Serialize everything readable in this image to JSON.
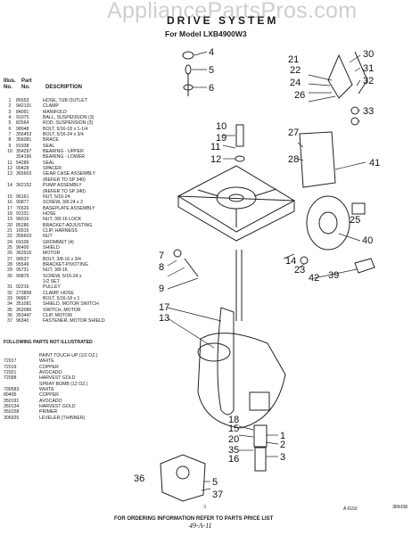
{
  "watermark": "AppliancePartsPros.com",
  "header": {
    "title": "DRIVE SYSTEM",
    "subtitle": "For Model LXB4900W3"
  },
  "parts_table": {
    "head_line1": [
      "Illus.",
      "Part",
      ""
    ],
    "head_line2": [
      "No.",
      "No.",
      "DESCRIPTION"
    ],
    "rows": [
      {
        "n": "1",
        "p": "85553",
        "d": "HOSE, TUB OUTLET"
      },
      {
        "n": "2",
        "p": "942131",
        "d": "CLAMP"
      },
      {
        "n": "3",
        "p": "84091",
        "d": "MANIFOLD"
      },
      {
        "n": "4",
        "p": "91075",
        "d": "BALL, SUSPENSION (3)"
      },
      {
        "n": "5",
        "p": "82564",
        "d": "ROD, SUSPENSION (3)"
      },
      {
        "n": "6",
        "p": "98048",
        "d": "BOLT, 5/16-18 x 1-1/4"
      },
      {
        "n": "7",
        "p": "355453",
        "d": "BOLT, 5/16-24 x 3/4"
      },
      {
        "n": "8",
        "p": "356081",
        "d": "BRACE"
      },
      {
        "n": "9",
        "p": "91938",
        "d": "SEAL"
      },
      {
        "n": "10",
        "p": "354297",
        "d": "BEARING - UPPER"
      },
      {
        "n": "",
        "p": "354196",
        "d": "BEARING - LOWER"
      },
      {
        "n": "11",
        "p": "54289",
        "d": "SEAL"
      },
      {
        "n": "12",
        "p": "90428",
        "d": "SPACER"
      },
      {
        "n": "13",
        "p": "365603",
        "d": "GEAR CASE ASSEMBLY"
      },
      {
        "n": "",
        "p": "",
        "d": "(REFER TO SP 340)"
      },
      {
        "n": "14",
        "p": "362152",
        "d": "PUMP ASSEMBLY"
      },
      {
        "n": "",
        "p": "",
        "d": "(REFER TO SP 340)"
      },
      {
        "n": "15",
        "p": "96161",
        "d": "NUT, 5/16-24"
      },
      {
        "n": "16",
        "p": "90877",
        "d": "SCREW, 3/8-24 x 2"
      },
      {
        "n": "17",
        "p": "76526",
        "d": "BASEPLATE ASSEMBLY"
      },
      {
        "n": "18",
        "p": "92231",
        "d": "HOSE"
      },
      {
        "n": "19",
        "p": "96016",
        "d": "NUT, 3/8-16 LOCK"
      },
      {
        "n": "20",
        "p": "85286",
        "d": "BRACKET-ADJUSTING"
      },
      {
        "n": "21",
        "p": "16515",
        "d": "CLIP, HARNESS"
      },
      {
        "n": "22",
        "p": "356603",
        "d": "NUT"
      },
      {
        "n": "24",
        "p": "69106",
        "d": "GROMMET (4)"
      },
      {
        "n": "25",
        "p": "96400",
        "d": "SHIELD"
      },
      {
        "n": "26",
        "p": "362916",
        "d": "MOTOR"
      },
      {
        "n": "27",
        "p": "98537",
        "d": "BOLT, 3/8-16 x 3/4"
      },
      {
        "n": "28",
        "p": "95549",
        "d": "BRACKET-PIVOTING"
      },
      {
        "n": "29",
        "p": "95731",
        "d": "NUT, 3/8-16"
      },
      {
        "n": "30",
        "p": "90879",
        "d": "SCREW, 5/16-24 x"
      },
      {
        "n": "",
        "p": "",
        "d": "1/2 SET"
      },
      {
        "n": "31",
        "p": "92216",
        "d": "PULLEY"
      },
      {
        "n": "32",
        "p": "273858",
        "d": "CLAMP, HOSE"
      },
      {
        "n": "33",
        "p": "96867",
        "d": "BOLT, 5/16-18 x 1"
      },
      {
        "n": "34",
        "p": "351081",
        "d": "SHIELD, MOTOR SWITCH"
      },
      {
        "n": "35",
        "p": "362086",
        "d": "SWITCH, MOTOR"
      },
      {
        "n": "36",
        "p": "353447",
        "d": "CLIP, MOTOR"
      },
      {
        "n": "37",
        "p": "96340",
        "d": "FASTENER, MOTOR SHIELD"
      }
    ],
    "not_illustrated_heading": "FOLLOWING PARTS NOT ILLUSTRATED",
    "paint_rows": [
      {
        "p": "",
        "d": "PAINT TOUCH-UP (1/2 OZ.)"
      },
      {
        "p": "72017",
        "d": "WHITE"
      },
      {
        "p": "72019",
        "d": "COPPER"
      },
      {
        "p": "72021",
        "d": "AVOCADO"
      },
      {
        "p": "72098",
        "d": "HARVEST GOLD"
      },
      {
        "p": "",
        "d": "SPRAY BOMB (12 OZ.)"
      },
      {
        "p": "790583",
        "d": "WHITE"
      },
      {
        "p": "89405",
        "d": "COPPER"
      },
      {
        "p": "350191",
        "d": "AVOCADO"
      },
      {
        "p": "350134",
        "d": "HARVEST GOLD"
      },
      {
        "p": "350158",
        "d": "PRIMER"
      },
      {
        "p": "306925",
        "d": "LEVELER (THINNER)"
      }
    ]
  },
  "callouts": [
    "4",
    "5",
    "6",
    "10",
    "19",
    "11",
    "12",
    "7",
    "8",
    "9",
    "17",
    "13",
    "14",
    "23",
    "42",
    "39",
    "21",
    "22",
    "24",
    "26",
    "30",
    "31",
    "32",
    "33",
    "27",
    "28",
    "41",
    "40",
    "25",
    "1",
    "2",
    "3",
    "18",
    "15",
    "20",
    "35",
    "16",
    "37",
    "36"
  ],
  "figure_number": "A 6150",
  "part_code": "",
  "page_number": "3",
  "footer_note": "FOR ORDERING INFORMATION REFER TO PARTS PRICE LIST",
  "figure_code": "3RH38",
  "handwritten": "49-A-11"
}
